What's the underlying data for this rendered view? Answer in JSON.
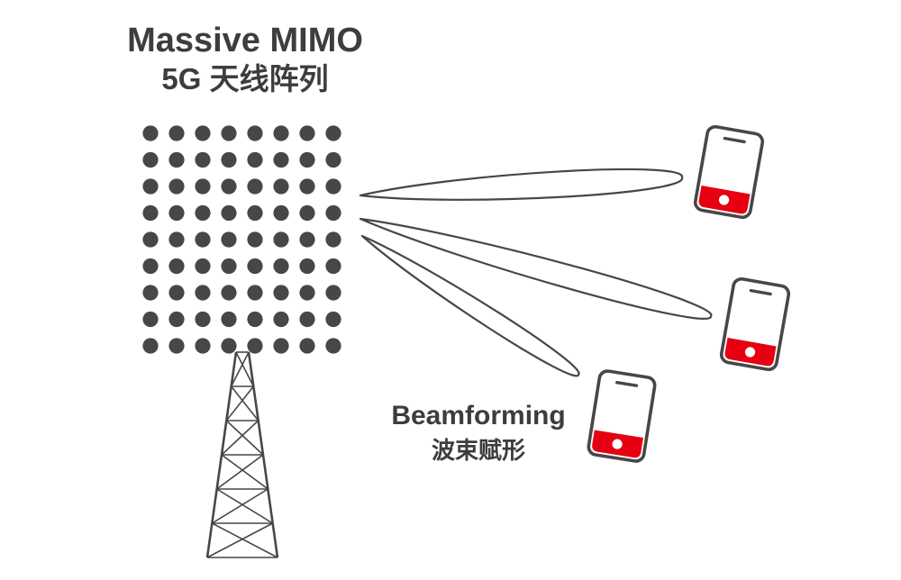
{
  "title": {
    "line1": "Massive MIMO",
    "line2": "5G 天线阵列"
  },
  "beamforming_label": {
    "line1": "Beamforming",
    "line2": "波束赋形"
  },
  "colors": {
    "ink": "#474747",
    "red": "#e60012",
    "background": "#ffffff"
  },
  "antenna_array": {
    "rows": 9,
    "cols": 8
  },
  "beam_count": 3,
  "phone_count": 3
}
